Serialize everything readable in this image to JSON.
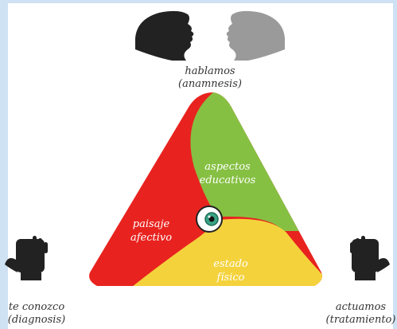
{
  "top_caption": {
    "line1": "hablamos",
    "line2": "(anamnesis)"
  },
  "left_caption": {
    "line1": "te conozco",
    "line2": "(diagnosis)"
  },
  "right_caption": {
    "line1": "actuamos",
    "line2": "(tratamiento)"
  },
  "segments": {
    "red": {
      "line1": "paisaje",
      "line2": "afectivo",
      "color": "#e8231f"
    },
    "green": {
      "line1": "aspectos",
      "line2": "educativos",
      "color": "#86c043"
    },
    "yellow": {
      "line1": "estado",
      "line2": "físico",
      "color": "#f4d23c"
    }
  },
  "icons": [
    "two-faces-icon",
    "left-hand-icon",
    "right-hand-icon",
    "eye-icon"
  ],
  "colors": {
    "background": "#cfe2f3",
    "panel": "#ffffff",
    "silhouette": "#222222",
    "face_gray": "#9a9a9a"
  }
}
